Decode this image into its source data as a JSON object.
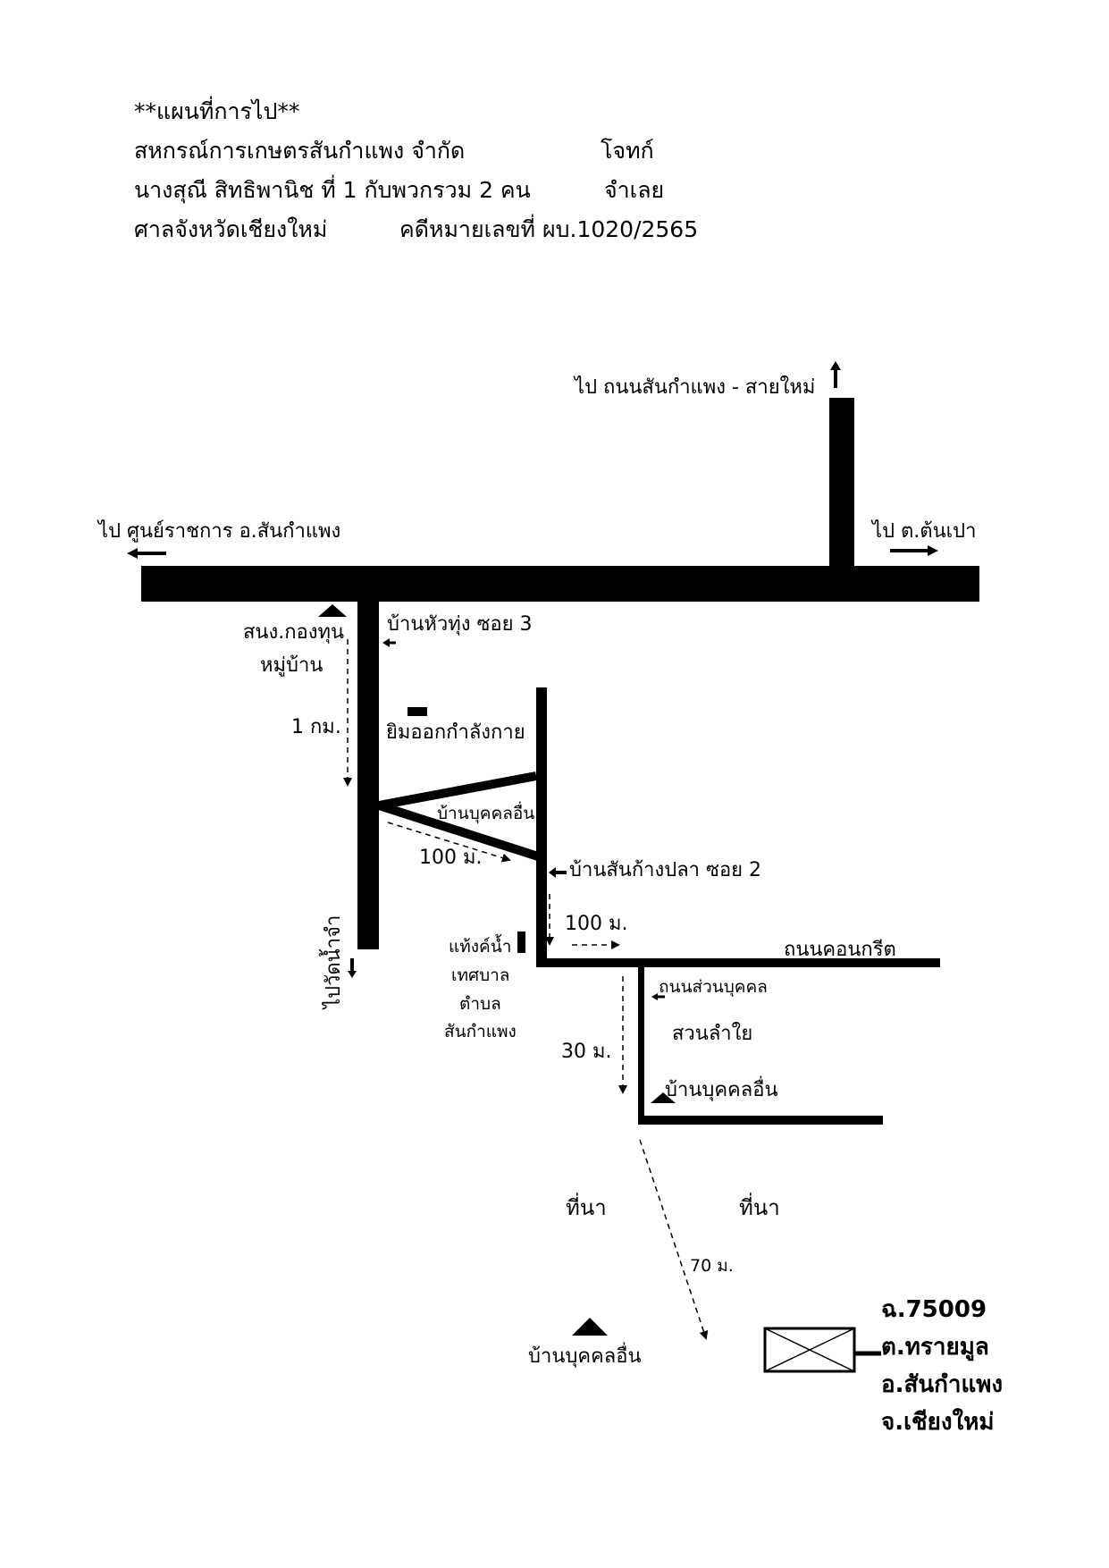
{
  "header": {
    "title": "**แผนที่การไป**",
    "plaintiff": "สหกรณ์การเกษตรสันกำแพง จำกัด",
    "plaintiff_role": "โจทก์",
    "defendant": "นางสุณี  สิทธิพานิช ที่ 1 กับพวกรวม 2 คน",
    "defendant_role": "จำเลย",
    "court": "ศาลจังหวัดเชียงใหม่",
    "case_no": "คดีหมายเลขที่ ผบ.1020/2565"
  },
  "map": {
    "to_north": "ไป ถนนสันกำแพง - สายใหม่",
    "to_west": "ไป ศูนย์ราชการ อ.สันกำแพง",
    "to_east": "ไป ต.ต้นเปา",
    "snong_line1": "สนง.กองทุน",
    "snong_line2": "หมู่บ้าน",
    "soi3": "บ้านหัวทุ่ง ซอย 3",
    "dist_1km": "1 กม.",
    "gym": "ยิมออกกำลังกาย",
    "other_house_1": "บ้านบุคคลอื่น",
    "dist_100m_a": "100 ม.",
    "soi2": "บ้านสันก้างปลา ซอย 2",
    "to_wat": "ไปวัดน้ำจำ",
    "dist_100m_b": "100 ม.",
    "water_tank_1": "แท้งค์น้ำ",
    "water_tank_2": "เทศบาล",
    "water_tank_3": "ตำบล",
    "water_tank_4": "สันกำแพง",
    "concrete_road": "ถนนคอนกรีต",
    "private_road": "ถนนส่วนบุคคล",
    "longan_garden": "สวนลำใย",
    "dist_30m": "30 ม.",
    "other_house_2": "บ้านบุคคลอื่น",
    "rice_field_1": "ที่นา",
    "rice_field_2": "ที่นา",
    "dist_70m": "70 ม.",
    "other_house_3": "บ้านบุคคลอื่น",
    "deed_no": "ฉ.75009",
    "subdistrict": "ต.ทรายมูล",
    "district": "อ.สันกำแพง",
    "province": "จ.เชียงใหม่"
  }
}
